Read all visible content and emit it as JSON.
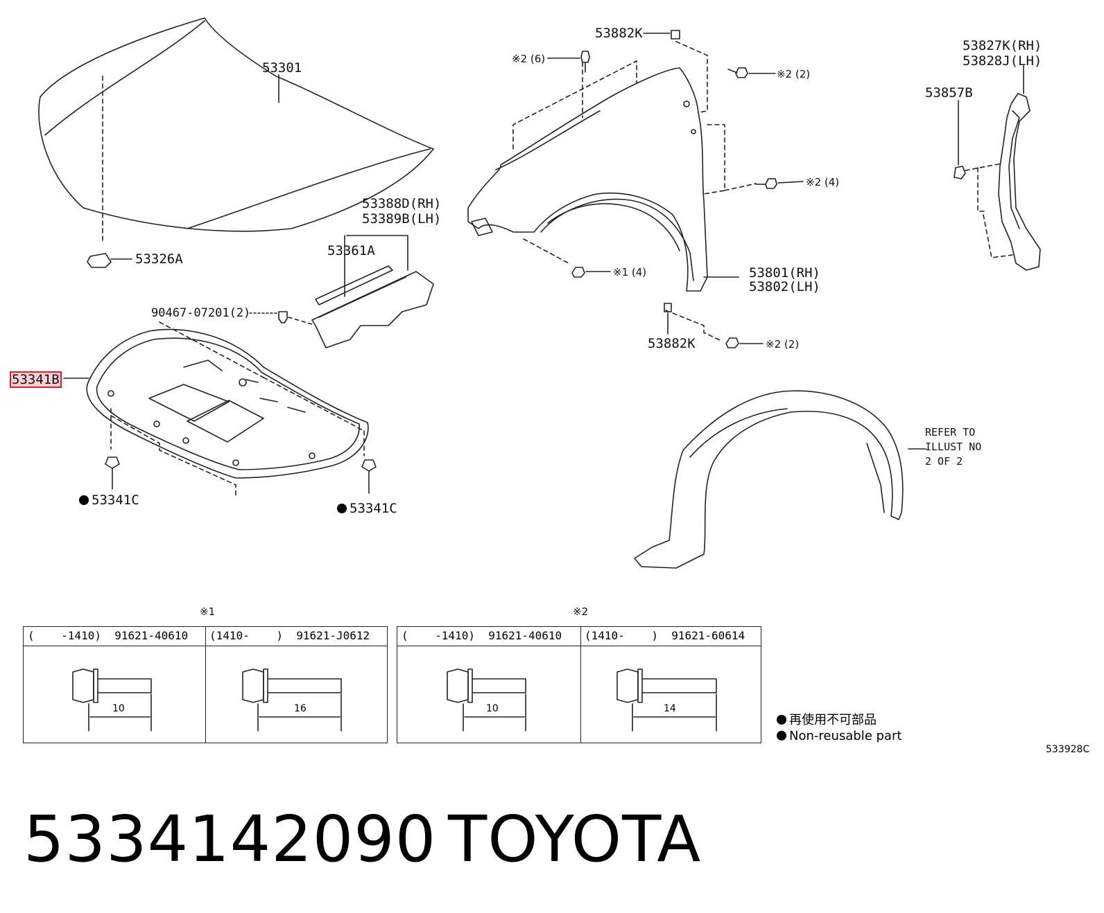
{
  "parts": {
    "hood": "53301",
    "hood_cushion": "53326A",
    "seal_rh": "53388D(RH)",
    "seal_lh": "53389B(LH)",
    "seal_main": "53361A",
    "clip_90467": "90467-07201(2)",
    "insulator": "53341B",
    "insulator_clip_left": "53341C",
    "insulator_clip_right": "53341C",
    "fender_clip_top": "53882K",
    "fender_clip_bottom": "53882K",
    "fender_rh": "53801(RH)",
    "fender_lh": "53802(LH)",
    "bracket_rh": "53827K(RH)",
    "bracket_lh": "53828J(LH)",
    "bracket_clip": "53857B"
  },
  "fastener_marks": {
    "m_top_left": "※2 (6)",
    "m_top_right": "※2 (2)",
    "m_mid_right": "※2 (4)",
    "m_lower": "※1 (4)",
    "m_bottom": "※2 (2)"
  },
  "refer_note": "REFER TO\nILLUST NO\n2 OF 2",
  "tables": {
    "t1": {
      "mark": "※1",
      "left": {
        "header": "(    -1410)  91621-40610",
        "dim": "10"
      },
      "right": {
        "header": "(1410-    )  91621-J0612",
        "dim": "16"
      }
    },
    "t2": {
      "mark": "※2",
      "left": {
        "header": "(    -1410)  91621-40610",
        "dim": "10"
      },
      "right": {
        "header": "(1410-    )  91621-60614",
        "dim": "14"
      }
    }
  },
  "legend": {
    "line1": "再使用不可部品",
    "line2": "Non-reusable part"
  },
  "figure_code": "533928C",
  "footer": {
    "part_number": "5334142090",
    "brand": "TOYOTA"
  },
  "colors": {
    "highlight": "#e0202a",
    "ink": "#111111"
  }
}
